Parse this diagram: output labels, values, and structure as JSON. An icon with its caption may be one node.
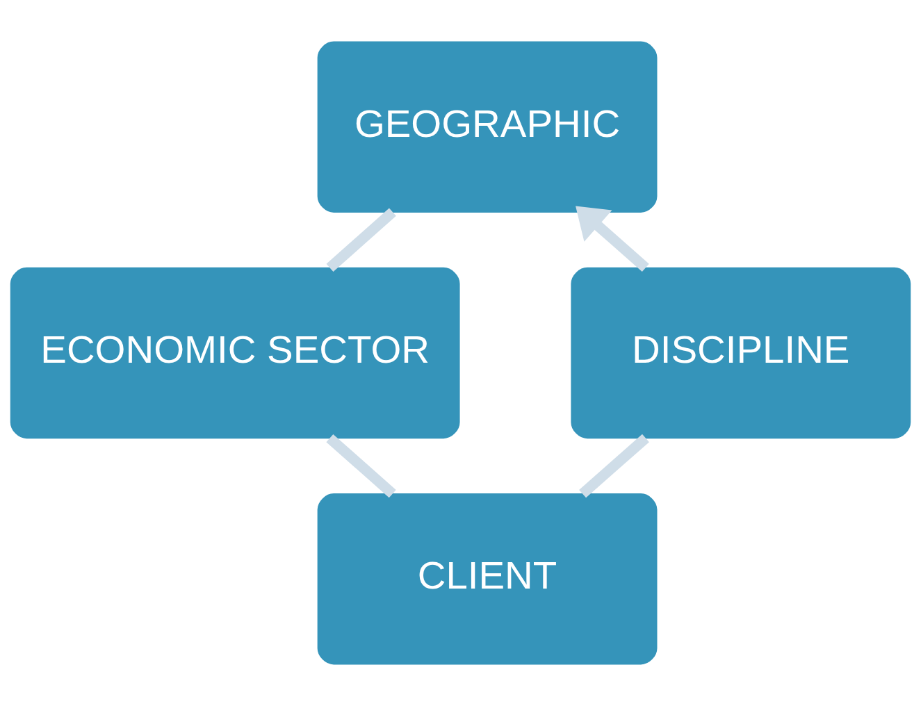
{
  "diagram": {
    "nodes": [
      {
        "text": [
          "GEOGRAPHIC"
        ]
      },
      {
        "text": [
          "DISCIPLINE"
        ]
      },
      {
        "text": [
          "ECONOMIC SECTOR"
        ]
      },
      {
        "text": [
          "CLIENT"
        ]
      }
    ],
    "edges": [
      {
        "from": 0,
        "to": 2,
        "arrow": "none"
      },
      {
        "from": 2,
        "to": 3,
        "arrow": "none"
      },
      {
        "from": 3,
        "to": 1,
        "arrow": "none"
      },
      {
        "from": 1,
        "to": 0,
        "arrow": "to"
      }
    ]
  }
}
